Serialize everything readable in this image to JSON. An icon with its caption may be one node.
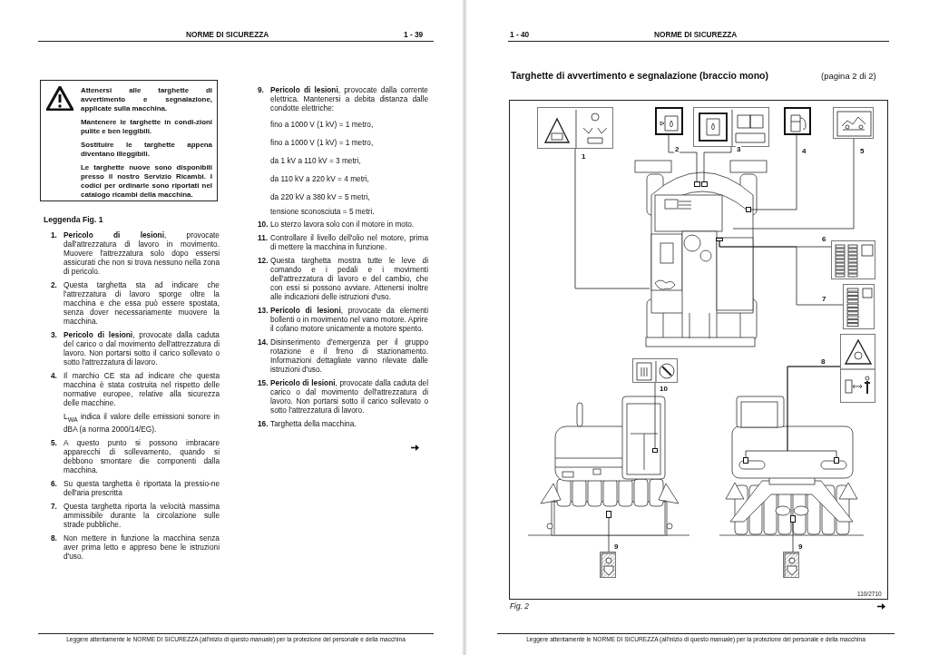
{
  "diagram": {
    "title": "Targhette di avvertimento e segnalazione (braccio mono)",
    "caption": "Fig. 2",
    "nodes": [
      {
        "text": [
          "Attenersi alle targhette di avvertimento e segnalazione, applicate sulla macchina.",
          "Mantenere le targhette in condi-zioni pulite e ben leggibili.",
          "Sostituire le targhette appena diventano illeggibili.",
          "Le targhette nuove sono disponibili presso il nostro Servizio Ricambi. I codici per ordinarle sono riportati nel catalogo ricambi della macchina."
        ]
      },
      {
        "text": [],
        "shape": "picture"
      },
      {
        "text": [],
        "shape": "picture"
      },
      {
        "text": [],
        "shape": "picture"
      },
      {
        "text": [],
        "shape": "picture"
      },
      {
        "text": [],
        "shape": "picture"
      },
      {
        "text": [],
        "shape": "picture"
      },
      {
        "text": [],
        "shape": "picture"
      },
      {
        "text": [],
        "shape": "picture"
      },
      {
        "text": [],
        "shape": "picture"
      },
      {
        "text": [],
        "shape": "picture"
      },
      {
        "text": [],
        "shape": "picture"
      },
      {
        "text": [],
        "shape": "box"
      },
      {
        "text": [],
        "shape": "box"
      },
      {
        "text": [],
        "shape": "box"
      },
      {
        "text": [],
        "shape": "box"
      },
      {
        "text": [],
        "shape": "box"
      },
      {
        "text": [],
        "shape": "box"
      },
      {
        "text": [],
        "shape": "box"
      },
      {
        "text": [],
        "shape": "box"
      },
      {
        "text": [],
        "shape": "box"
      }
    ],
    "edges": [
      {
        "from": 1,
        "to": null,
        "arrow": "none",
        "label": "1"
      },
      {
        "from": 2,
        "to": 12,
        "arrow": "none",
        "label": "2"
      },
      {
        "from": 3,
        "to": 13,
        "arrow": "none",
        "label": "3"
      },
      {
        "from": 4,
        "to": 14,
        "arrow": "none",
        "label": "4"
      },
      {
        "from": 5,
        "to": null,
        "arrow": "none",
        "label": "5"
      },
      {
        "from": 6,
        "to": 15,
        "arrow": "none",
        "label": "6"
      },
      {
        "from": 7,
        "to": 15,
        "arrow": "none",
        "label": "7"
      },
      {
        "from": 8,
        "to": 16,
        "arrow": "none",
        "label": "8"
      },
      {
        "from": 8,
        "to": 17,
        "arrow": "none"
      },
      {
        "from": 9,
        "to": 18,
        "arrow": "none",
        "label": "10"
      },
      {
        "from": 10,
        "to": 19,
        "arrow": "none",
        "label": "9"
      },
      {
        "from": 11,
        "to": 20,
        "arrow": "none",
        "label": "9"
      }
    ],
    "labels": [
      "NORME DI SICUREZZA",
      "1 - 39",
      "Leggenda Fig. 1",
      "1.",
      "**Pericolo di lesioni**, provocate dall'attrezzatura di lavoro in movimento. Muovere l'attrezzatura solo dopo essersi assicurati che non si trova nessuno nella zona di pericolo.",
      "2.",
      "Questa targhetta sta ad indicare che l'attrezzatura di lavoro sporge oltre la macchina e che essa può essere spostata, senza dover necessariamente muovere la macchina.",
      "3.",
      "**Pericolo di lesioni**, provocate dalla caduta del carico o dal movimento dell'attrezzatura di lavoro. Non portarsi sotto il carico sollevato o sotto l'attrezzatura di lavoro.",
      "4.",
      "Il marchio CE sta ad indicare che questa macchina è stata costruita nel rispetto delle normative europee, relative alla sicurezza delle macchine.",
      "L$_{WA}$ indica il valore delle emissioni sonore in dBA (a norma 2000/14/EG).",
      "5.",
      "A questo punto si possono imbracare apparecchi di sollevamento, quando si debbono smontare die componenti dalla macchina.",
      "6.",
      "Su questa targhetta è riportata la pressio-ne dell'aria prescritta",
      "7.",
      "Questa targhetta riporta la velocità massima ammissibile durante la circolazione sulle strade pubbliche.",
      "8.",
      "Non mettere in funzione la macchina senza aver prima letto e appreso bene le istruzioni d'uso.",
      "9.",
      "**Pericolo di lesioni**, provocate dalla corrente elettrica. Mantenersi a debita distanza dalle condotte elettriche:",
      "fino a 1000 V (1 kV) = 1 metro,",
      "fino a 1000 V (1 kV) = 1 metro,",
      "da 1 kV a 110 kV = 3 metri,",
      "da 110 kV a 220 kV = 4 metri,",
      "da 220 kV a 380 kV = 5 metri,",
      "tensione sconosciuta = 5 metri.",
      "10.",
      "Lo sterzo lavora solo con il motore in moto.",
      "11.",
      "Controllare il livello dell'olio nel motore, prima di mettere la macchina in funzione.",
      "12.",
      "Questa targhetta mostra tutte le leve di comando e i pedali e i movimenti dell'attrezzatura di lavoro e del cambio, che con essi si possono avviare. Attenersi inoltre alle indicazioni delle istruzioni d'uso.",
      "13.",
      "**Pericolo di lesioni**, provocate da elementi bollenti o in movimento nel vano motore. Aprire il cofano motore unicamente a motore spento.",
      "14.",
      "Disinserimento d'emergenza per il gruppo rotazione e il freno di stazionamento. Informazioni dettagliate vanno rilevate dalle istruzioni d'uso.",
      "15.",
      "**Pericolo di lesioni**, provocate dalla caduta del carico o dal movimento dell'attrezzatura di lavoro. Non portarsi sotto il carico sollevato o sotto l'attrezzatura di lavoro.",
      "16.",
      "Targhetta della macchina.",
      "Leggere attentamente le NORME DI SICUREZZA (all'inizio di questo manuale) per la protezione del personale e della macchina",
      "1 - 40",
      "NORME DI SICUREZZA",
      "(pagina 2 di 2)",
      "110/2710",
      "Leggere attentamente le NORME DI SICUREZZA (all'inizio di questo manuale) per la protezione del personale e della macchina"
    ]
  }
}
